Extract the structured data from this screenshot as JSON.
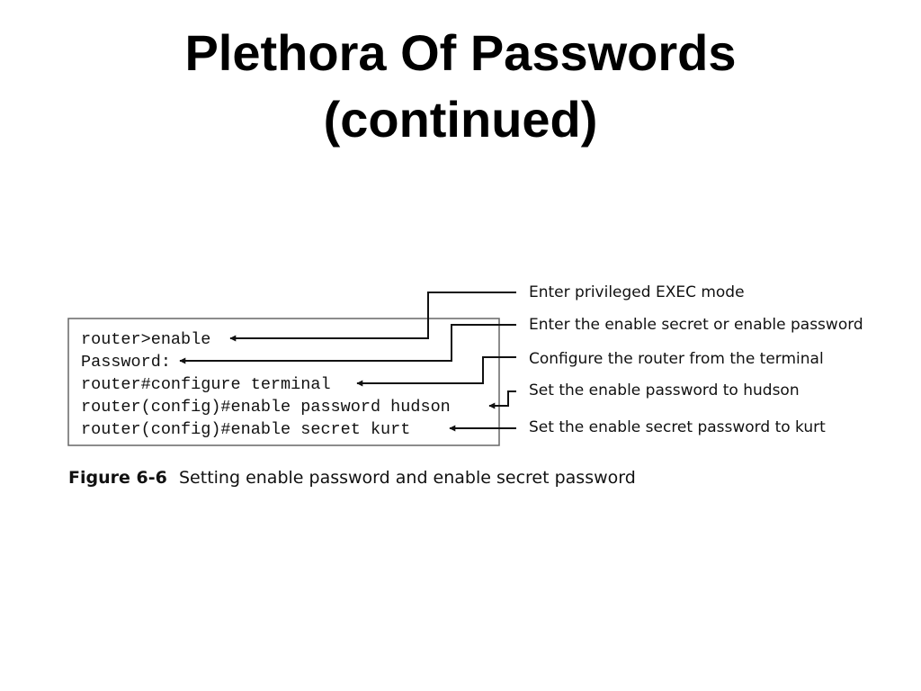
{
  "title": {
    "line1": "Plethora Of Passwords",
    "line2": "(continued)"
  },
  "figure": {
    "code_lines": [
      "router>enable",
      "Password:",
      "router#configure terminal",
      "router(config)#enable password hudson",
      "router(config)#enable secret kurt"
    ],
    "callouts": [
      "Enter privileged EXEC mode",
      "Enter the enable secret or enable password",
      "Configure the router from the terminal",
      "Set the enable password to hudson",
      "Set the enable secret password to kurt"
    ],
    "label": "Figure 6-6",
    "caption": "Setting enable password and enable secret password"
  }
}
